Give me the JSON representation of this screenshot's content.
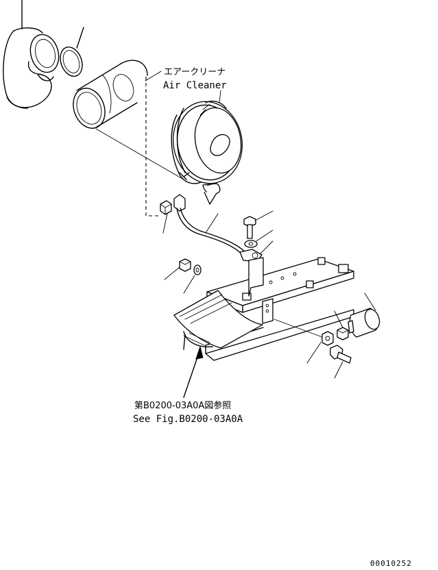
{
  "labels": {
    "air_cleaner_jp": "エアークリーナ",
    "air_cleaner_en": "Air Cleaner",
    "ref_jp": "第B0200-03A0A図参照",
    "ref_en": "See Fig.B0200-03A0A"
  },
  "drawing_code": "00010252"
}
